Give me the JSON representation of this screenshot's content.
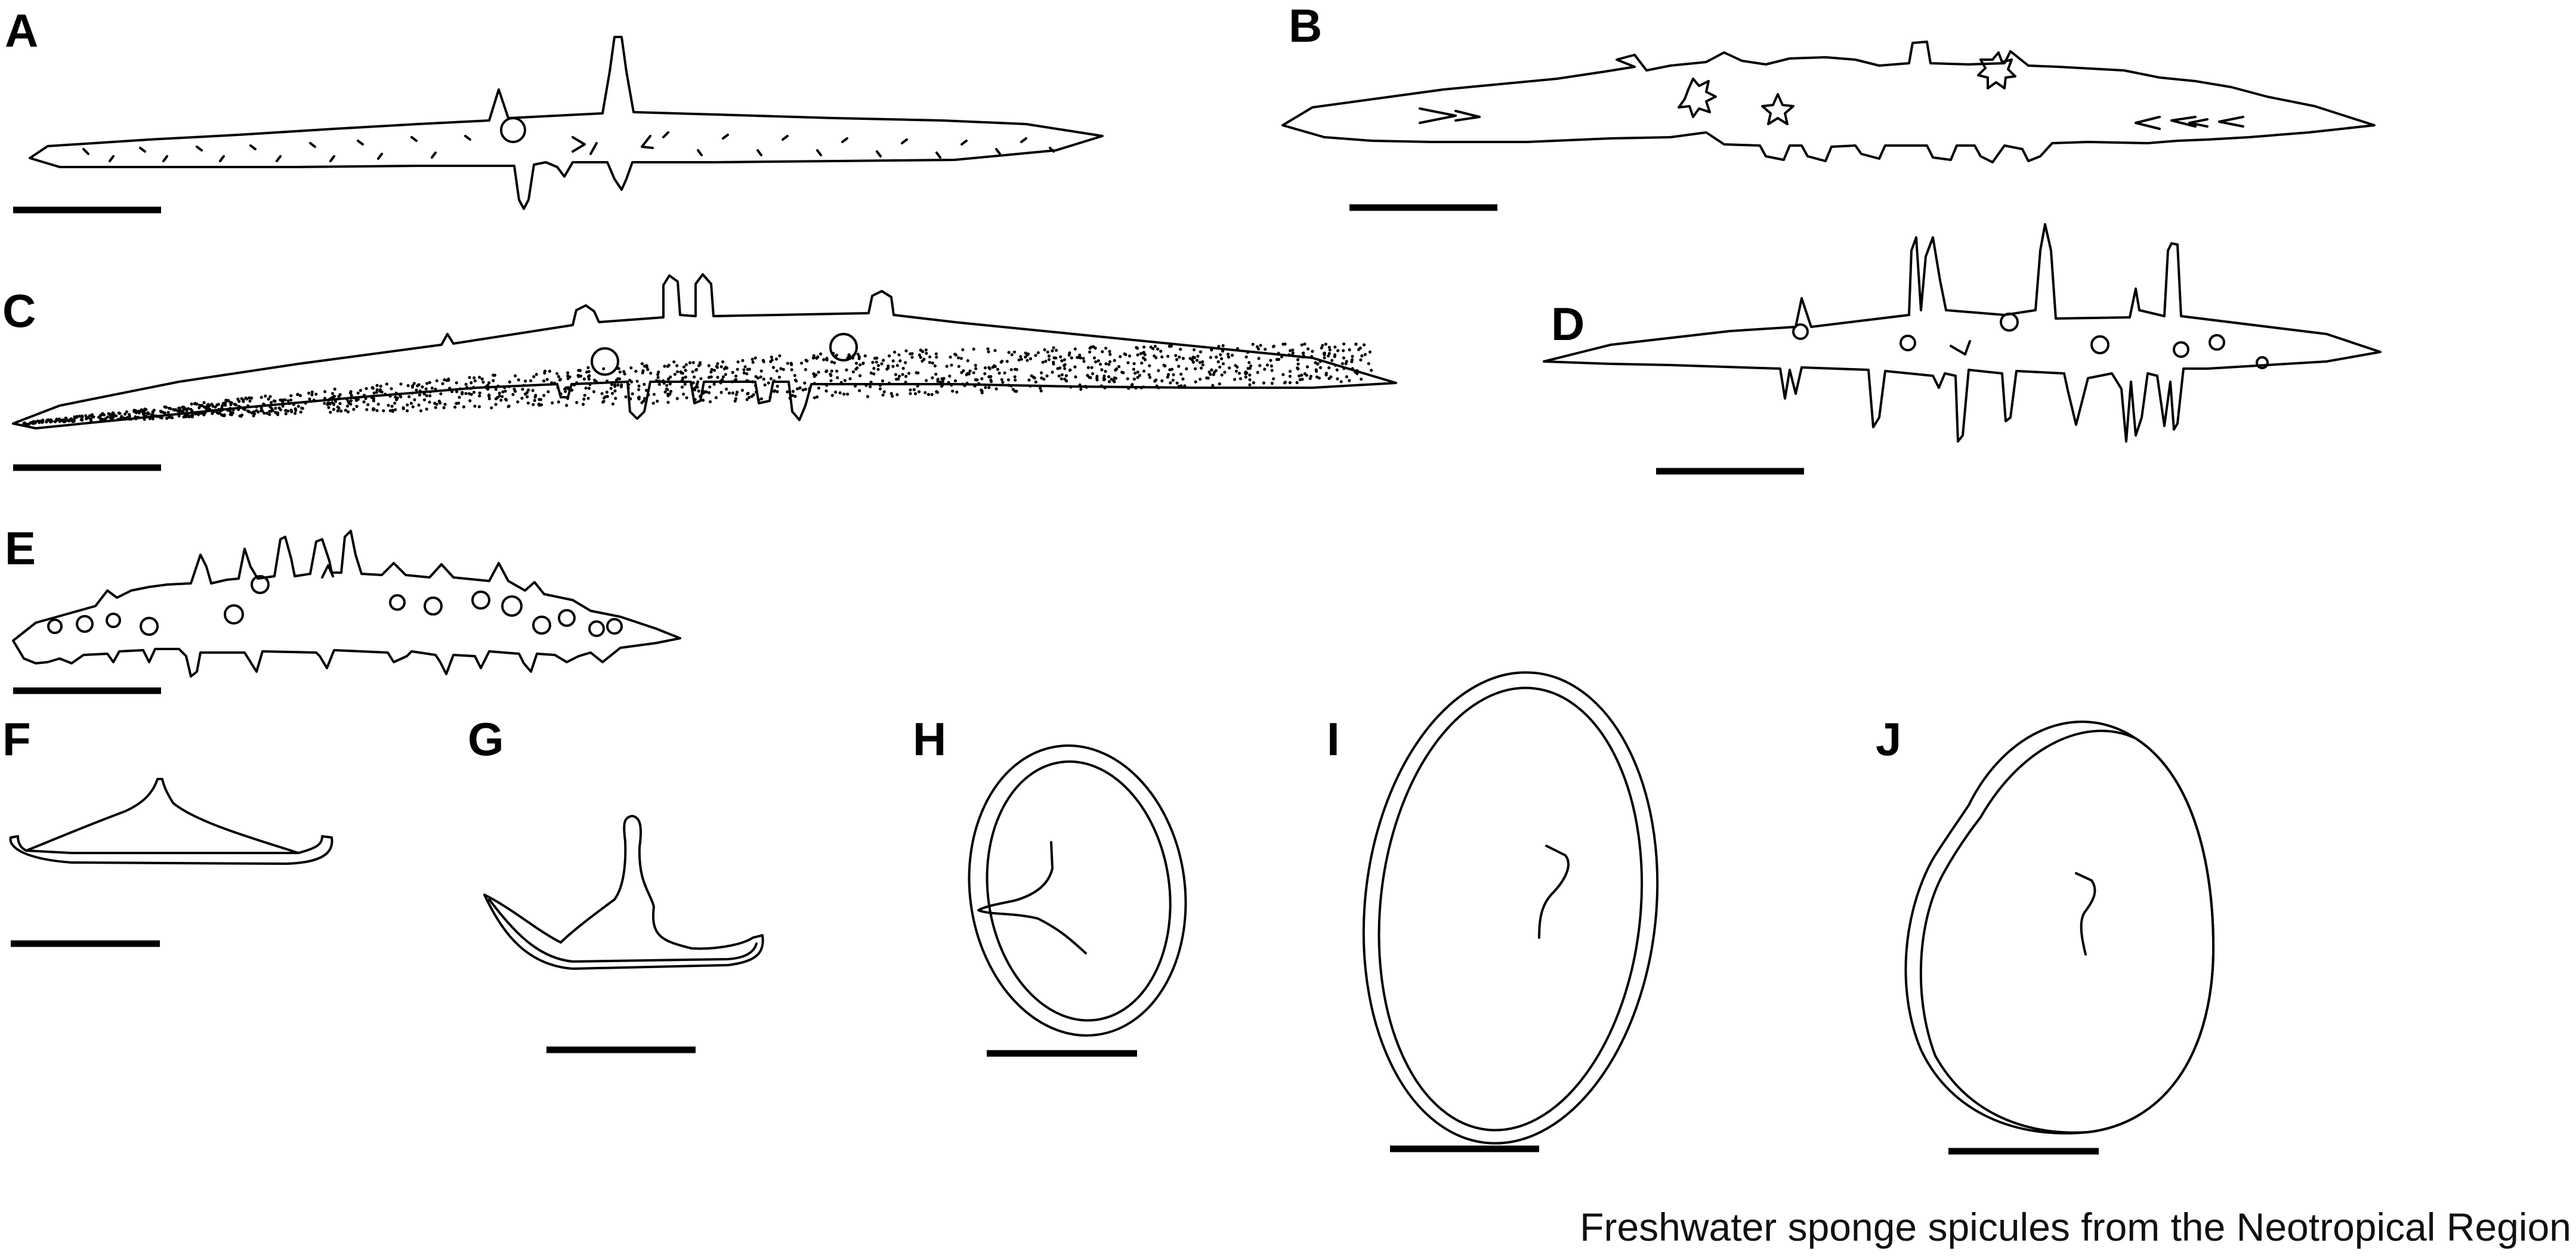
{
  "figure": {
    "panels": [
      {
        "id": "A",
        "label": "A"
      },
      {
        "id": "B",
        "label": "B"
      },
      {
        "id": "C",
        "label": "C"
      },
      {
        "id": "D",
        "label": "D"
      },
      {
        "id": "E",
        "label": "E"
      },
      {
        "id": "F",
        "label": "F"
      },
      {
        "id": "G",
        "label": "G"
      },
      {
        "id": "H",
        "label": "H"
      },
      {
        "id": "I",
        "label": "I"
      },
      {
        "id": "J",
        "label": "J"
      }
    ],
    "caption": "Freshwater sponge spicules from the Neotropical Region"
  }
}
